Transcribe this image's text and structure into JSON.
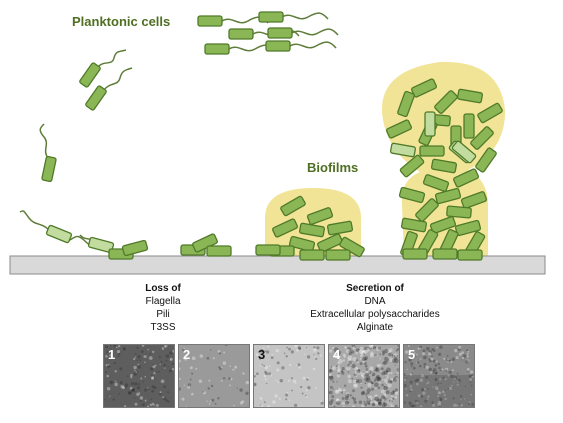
{
  "labels": {
    "planktonic": "Planktonic cells",
    "biofilms": "Biofilms"
  },
  "loss": {
    "heading": "Loss of",
    "items": [
      "Flagella",
      "Pili",
      "T3SS"
    ]
  },
  "secretion": {
    "heading": "Secretion of",
    "items": [
      "DNA",
      "Extracellular polysaccharides",
      "Alginate"
    ]
  },
  "micrographs": [
    {
      "number": "1",
      "tone": "#5e5e5e"
    },
    {
      "number": "2",
      "tone": "#9a9a9a"
    },
    {
      "number": "3",
      "tone": "#c4c4c4"
    },
    {
      "number": "4",
      "tone": "#a8a8a8"
    },
    {
      "number": "5",
      "tone": "#8a8a8a"
    }
  ],
  "colors": {
    "cell_fill": "#8bb656",
    "cell_fill_light": "#c2dca0",
    "cell_stroke": "#4f7a28",
    "flagellum": "#5f7d3a",
    "matrix": "#f1e497",
    "surface": "#d9d9d9",
    "label_green": "#4f6f22"
  }
}
